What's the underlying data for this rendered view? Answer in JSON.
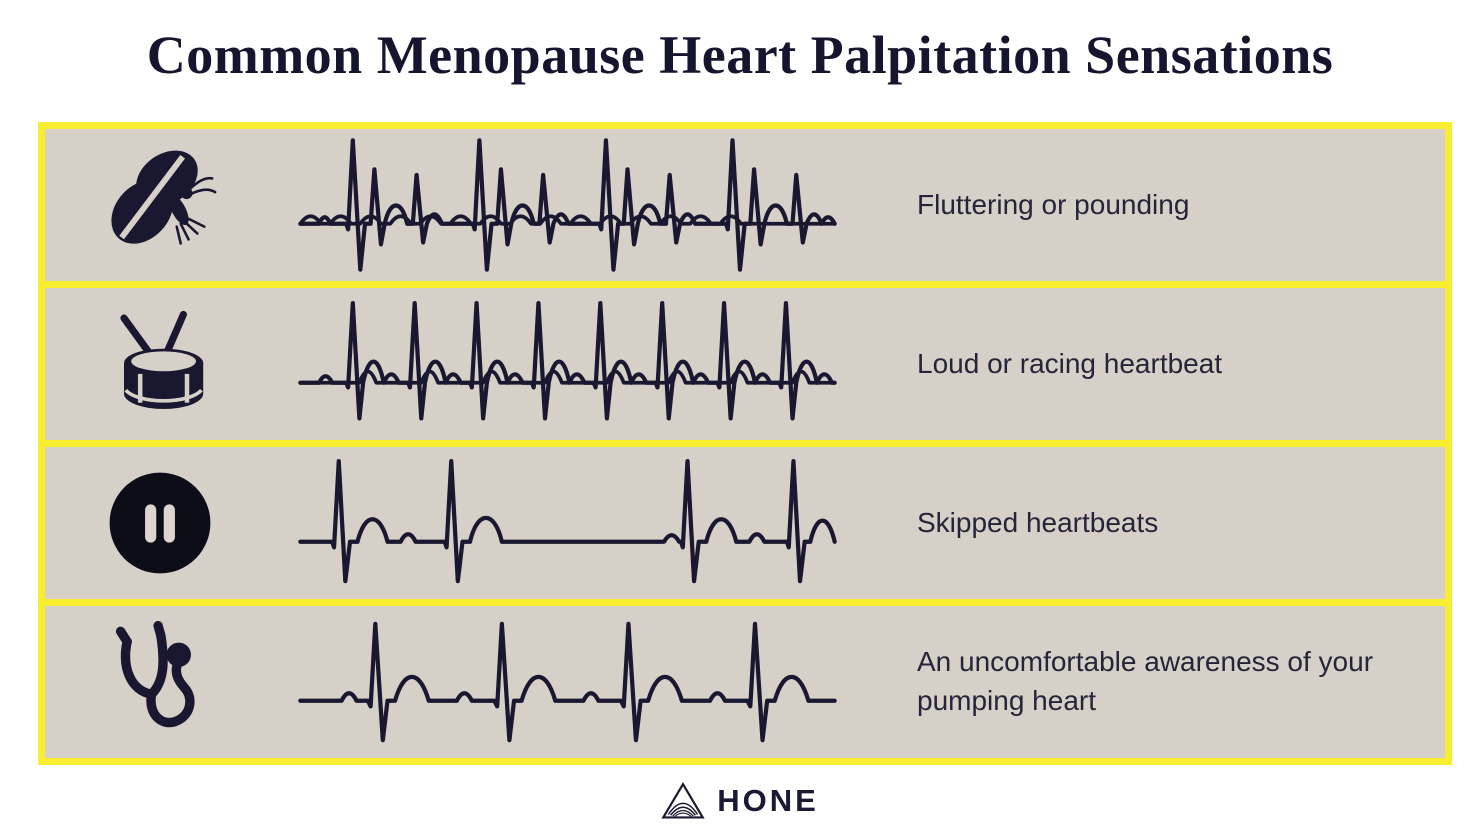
{
  "title": "Common Menopause Heart Palpitation Sensations",
  "rows": [
    {
      "icon": "butterfly",
      "label": "Fluttering or pounding",
      "waveform": "irregular-fluttering-ecg"
    },
    {
      "icon": "drum",
      "label": "Loud or racing heartbeat",
      "waveform": "fast-regular-ecg"
    },
    {
      "icon": "pause-button",
      "label": "Skipped heartbeats",
      "waveform": "ecg-with-skipped-beat-pause"
    },
    {
      "icon": "stethoscope",
      "label": "An uncomfortable awareness of your pumping heart",
      "waveform": "normal-pronounced-ecg"
    }
  ],
  "footer": {
    "brand": "HONE"
  },
  "colors": {
    "accent_yellow": "#f6ee2e",
    "panel_background": "#d7d0c8",
    "ink": "#1a1830",
    "title_ink": "#16152e",
    "page_background": "#ffffff"
  }
}
